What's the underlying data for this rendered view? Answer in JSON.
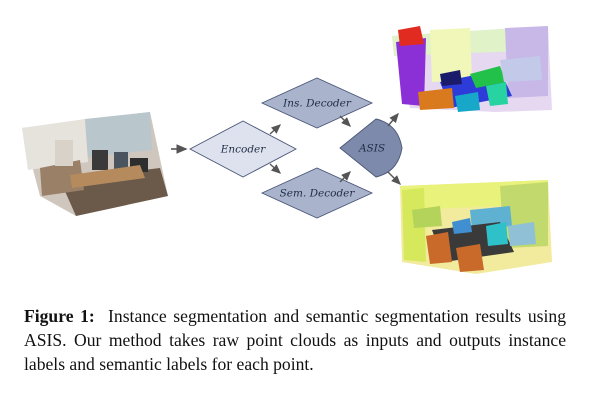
{
  "diagram": {
    "nodes": {
      "encoder": "Encoder",
      "ins_decoder": "Ins. Decoder",
      "sem_decoder": "Sem. Decoder",
      "asis": "ASIS"
    },
    "colors": {
      "encoder_fill": "#dde2ee",
      "decoder_fill": "#a9b3cc",
      "asis_fill": "#7d8aab",
      "stroke": "#4b5778",
      "arrow": "#555555"
    },
    "inputs": {
      "point_cloud": "raw-point-cloud-image"
    },
    "outputs": {
      "instance": "instance-segmentation-point-cloud-image",
      "semantic": "semantic-segmentation-point-cloud-image"
    }
  },
  "caption": {
    "label": "Figure 1:",
    "text": "Instance segmentation and semantic segmentation results using ASIS. Our method takes raw point clouds as inputs and outputs instance labels and semantic labels for each point."
  }
}
